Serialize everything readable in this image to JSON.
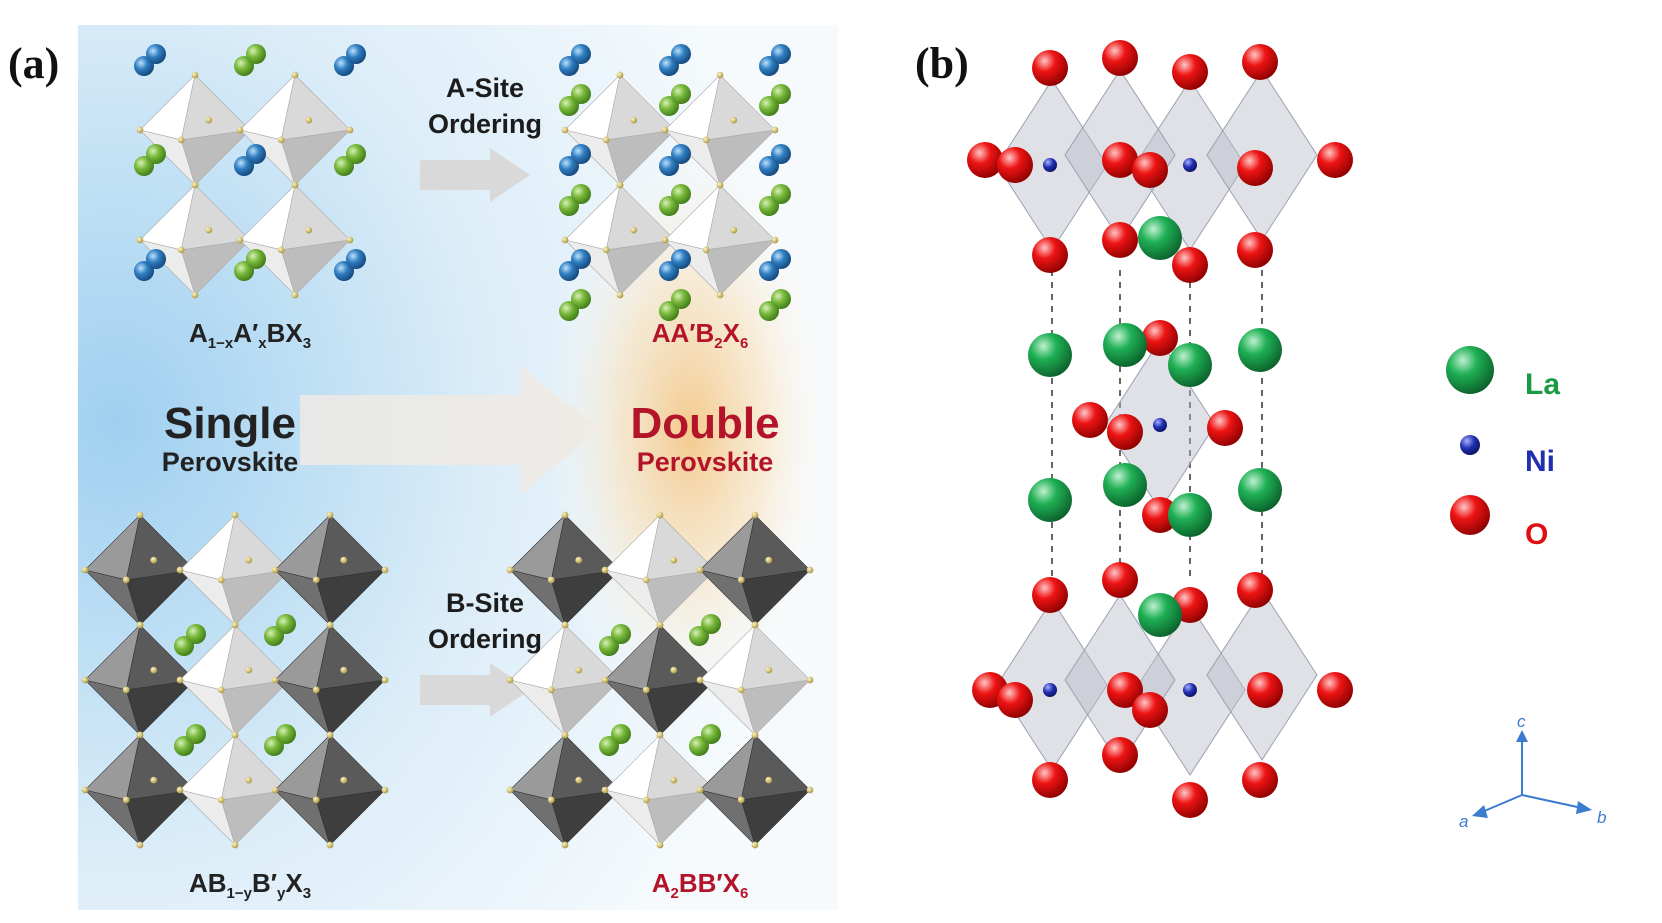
{
  "panels": {
    "a": "(a)",
    "b": "(b)"
  },
  "panel_a": {
    "top_left_formula": {
      "parts": [
        "A",
        "1−x",
        "A′",
        "x",
        "BX",
        "3"
      ]
    },
    "top_right_formula": {
      "parts": [
        "AA′B",
        "2",
        "X",
        "6"
      ]
    },
    "bottom_left_formula": {
      "parts": [
        "AB",
        "1−y",
        "B′",
        "y",
        "X",
        "3"
      ]
    },
    "bottom_right_formula": {
      "parts": [
        "A",
        "2",
        "BB′X",
        "6"
      ]
    },
    "a_site": {
      "line1": "A-Site",
      "line2": "Ordering"
    },
    "b_site": {
      "line1": "B-Site",
      "line2": "Ordering"
    },
    "single": {
      "title": "Single",
      "subtitle": "Perovskite"
    },
    "double": {
      "title": "Double",
      "subtitle": "Perovskite"
    },
    "colors": {
      "single_glow": "#9fd0f0",
      "double_glow": "#f5c27a",
      "double_text": "#b4142a",
      "a_cation": "#2f7fc1",
      "a_prime_cation": "#77b83a",
      "anion": "#c9b45a"
    }
  },
  "panel_b": {
    "legend": [
      {
        "label": "La",
        "color": "#1a9a45"
      },
      {
        "label": "Ni",
        "color": "#2030b0"
      },
      {
        "label": "O",
        "color": "#e01010"
      }
    ],
    "axes": {
      "c": "c",
      "a": "a",
      "b": "b"
    }
  }
}
